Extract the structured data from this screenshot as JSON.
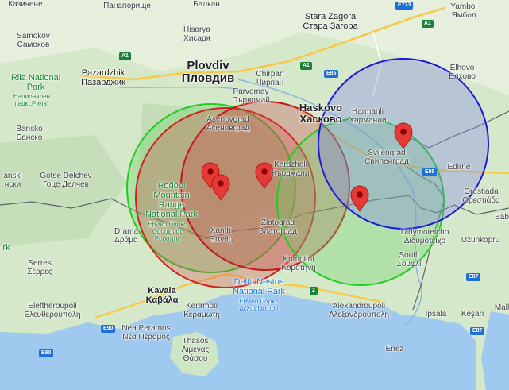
{
  "labels": {
    "kazichene": "Казичене",
    "panagyurishte": "Панагюрище",
    "balkan": "Балкан",
    "stara_zagora": "Stara Zagora",
    "stara_zagora_bg": "Стара Загора",
    "yambol": "Yambol",
    "yambol_bg": "Ямбол",
    "samokov": "Samokov",
    "samokov_bg": "Самоков",
    "hisarya": "Hisarya",
    "hisarya_bg": "Хисаря",
    "pazardzhik": "Pazardzhik",
    "pazardzhik_bg": "Пазарджик",
    "plovdiv": "Plovdiv",
    "plovdiv_bg": "Пловдив",
    "chirpan": "Chirpan",
    "chirpan_bg": "Чирпан",
    "elhovo": "Elhovo",
    "elhovo_bg": "Елхово",
    "rila_park_1": "Rila National",
    "rila_park_2": "Park",
    "rila_park_bg_1": "Национален",
    "rila_park_bg_2": "парк „Рила“",
    "parvomay": "Parvomay",
    "parvomay_bg": "Първомай",
    "asenovgrad": "Asenovgrad",
    "asenovgrad_bg": "Асеновград",
    "haskovo": "Haskovo",
    "haskovo_bg": "Хасково",
    "harmanli": "Harmanli",
    "harmanli_bg": "Харманли",
    "bansko": "Bansko",
    "bansko_bg": "Банско",
    "svilengrad": "Svilengrad",
    "svilengrad_bg": "Свиленград",
    "edirne": "Edirne",
    "razlog_part": "anski",
    "razlog_part_bg": "нски",
    "gotse_delchev": "Gotse Delchev",
    "gotse_delchev_bg": "Гоце Делчев",
    "kardzhali": "Kardzhali",
    "kardzhali_bg": "Кърджали",
    "rodopi_1": "Rodopi",
    "rodopi_2": "Mountain",
    "rodopi_3": "Range",
    "rodopi_4": "National Park",
    "rodopi_bg_1": "Εθνικό Πάρκο",
    "rodopi_bg_2": "Οροσειράς",
    "rodopi_bg_3": "Ροδόπης",
    "orestiada": "Orestiada",
    "orestiada_gr": "Ορεστιάδα",
    "zlatograd": "Zlatograd",
    "zlatograd_bg": "Златоград",
    "bab": "Bab",
    "didymoteicho": "Didymoteicho",
    "didymoteicho_gr": "Διδυμότειχο",
    "uzunkopru": "Uzunköprü",
    "drama": "Drama",
    "drama_gr": "Δράμα",
    "xanthi": "Xanthi",
    "xanthi_gr": "Ξάνθη",
    "rk": "rk",
    "serres": "Serres",
    "serres_gr": "Σέρρες",
    "komotini": "Komotini",
    "komotini_gr": "Κομοτηνή",
    "soufli": "Soufli",
    "soufli_gr": "Σουφλί",
    "kavala": "Kavala",
    "kavala_gr": "Καβάλα",
    "delta_nestos_1": "Delta Nestos",
    "delta_nestos_2": "National Park",
    "delta_nestos_gr_1": "Εθνικό Πάρκο",
    "delta_nestos_gr_2": "Δέλτα Νέστου",
    "eleftheroupoli": "Eleftheroupoli",
    "eleftheroupoli_gr": "Ελευθερούπολη",
    "keramoti": "Keramoti",
    "keramoti_gr": "Κεραμωτή",
    "alexandroupoli": "Alexandroupoli",
    "alexandroupoli_gr": "Αλεξανδρούπολη",
    "ipsala": "İpsala",
    "kesan": "Keşan",
    "mall": "Mall",
    "nea_peramos": "Nea Peramos",
    "nea_peramos_gr": "Νέα Πέραμος",
    "thasos": "Thasos",
    "thasos_gr_1": "Λιμένας",
    "thasos_gr_2": "Θάσου",
    "enez": "Enez"
  },
  "roads": {
    "a1_top": "A1",
    "a1_left": "A1",
    "a1_mid": "A1",
    "e85_top": "E85",
    "e85_right": "E85",
    "e87": "E87",
    "e87_low": "E87",
    "r2": "2",
    "e90": "E90",
    "e90_left": "E90",
    "e773": "E773"
  },
  "circles": [
    {
      "name": "green-circle-west",
      "stroke": "#22cc22",
      "fill": "#5fd35f"
    },
    {
      "name": "red-circle-west",
      "stroke": "#d62020",
      "fill": "#d65050"
    },
    {
      "name": "red-circle-central",
      "stroke": "#c01818",
      "fill": "#c84848"
    },
    {
      "name": "green-circle-east",
      "stroke": "#22cc22",
      "fill": "#66d066"
    },
    {
      "name": "blue-circle-east",
      "stroke": "#1a1ad8",
      "fill": "#7d7df0"
    }
  ],
  "markers": [
    {
      "name": "marker-1",
      "color": "#e53935"
    },
    {
      "name": "marker-2",
      "color": "#e53935"
    },
    {
      "name": "marker-3",
      "color": "#e53935"
    },
    {
      "name": "marker-4",
      "color": "#e53935"
    },
    {
      "name": "marker-5",
      "color": "#e53935"
    }
  ],
  "colors": {
    "land": "#cfe6c4",
    "land_light": "#e4efdb",
    "sea": "#9fc9ee",
    "border": "#5f6368",
    "highway": "#f6c94a"
  }
}
